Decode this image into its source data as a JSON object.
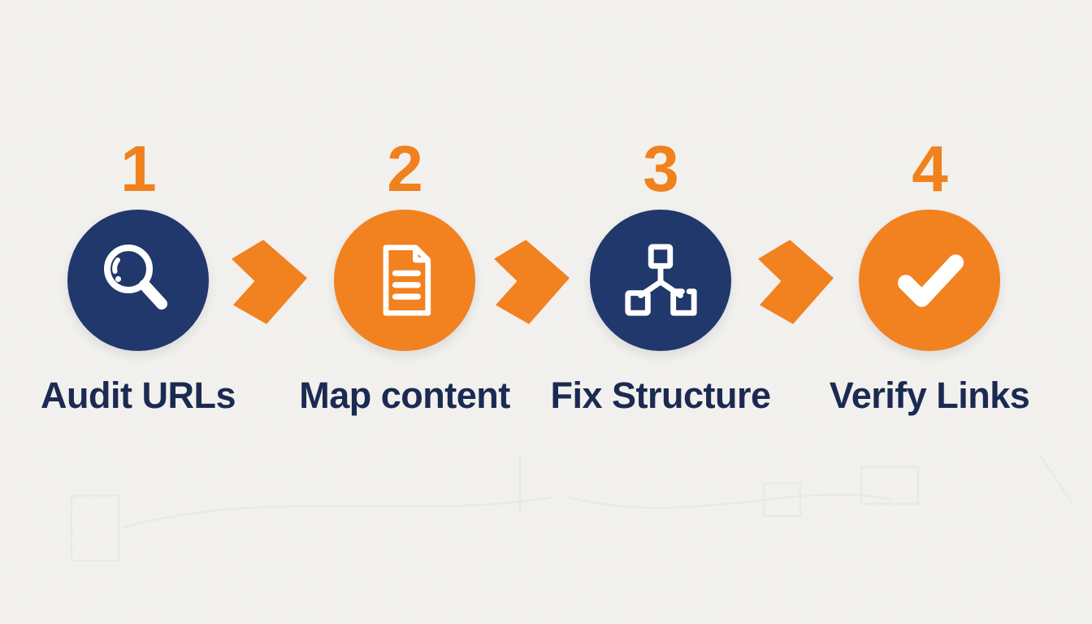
{
  "diagram": {
    "title": "four-step-seo-url-process",
    "background_color": "#f3f2ef",
    "colors": {
      "orange": "#f28120",
      "navy_circle": "#20386b",
      "number_orange": "#f0811c",
      "label_navy": "#1b2a52",
      "icon_white": "#ffffff"
    },
    "steps": [
      {
        "number": "1",
        "label": "Audit URLs",
        "icon": "magnifier-icon",
        "circle_color": "#20386b"
      },
      {
        "number": "2",
        "label": "Map content",
        "icon": "document-icon",
        "circle_color": "#f28120"
      },
      {
        "number": "3",
        "label": "Fix Structure",
        "icon": "sitemap-icon",
        "circle_color": "#20386b"
      },
      {
        "number": "4",
        "label": "Verify Links",
        "icon": "checkmark-icon",
        "circle_color": "#f28120"
      }
    ],
    "connector": {
      "icon": "right-arrow-icon",
      "color": "#f28120",
      "count": "3"
    }
  }
}
